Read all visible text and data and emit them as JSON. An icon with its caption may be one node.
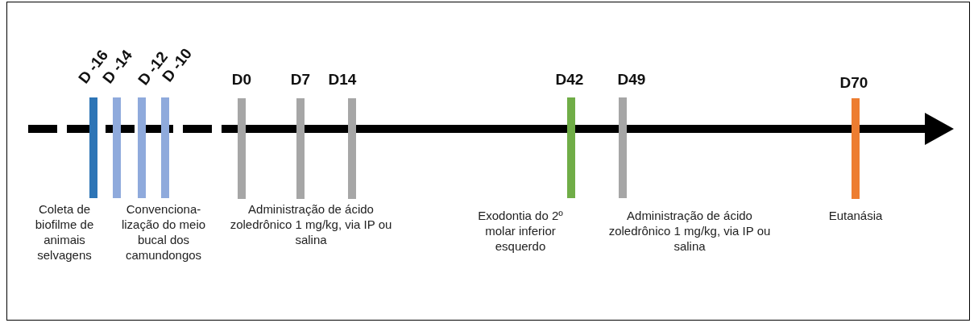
{
  "diagram": {
    "labels": [
      "D -16",
      "D -14",
      "D -12",
      "D -10",
      "D0",
      "D7",
      "D14",
      "D42",
      "D49",
      "D70",
      "Coleta de biofilme de animais selvagens",
      "Convenciona-lização do meio bucal dos camundongos",
      "Administração de ácido zoledrônico 1 mg/kg, via IP ou salina",
      "Exodontia do 2º molar inferior esquerdo",
      "Administração de ácido zoledrônico 1 mg/kg, via IP ou salina",
      "Eutanásia"
    ]
  }
}
